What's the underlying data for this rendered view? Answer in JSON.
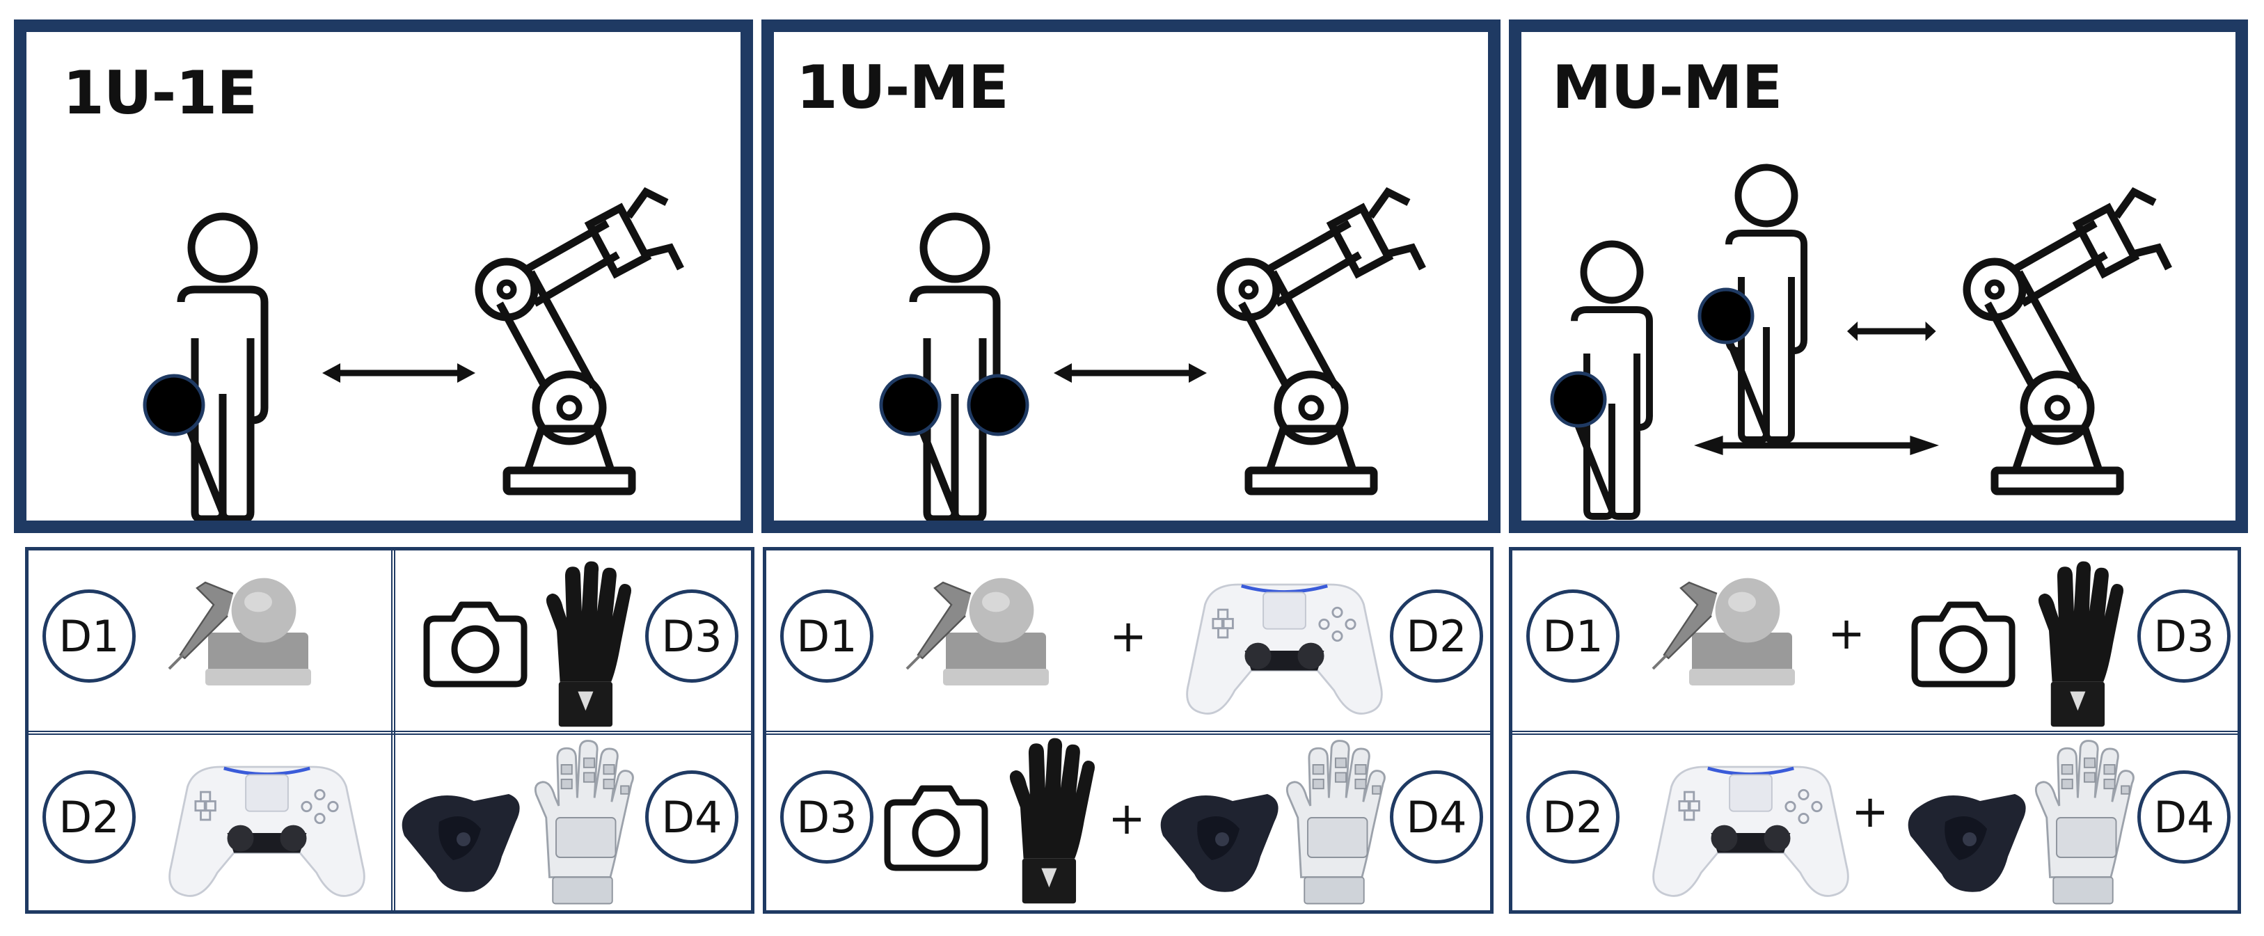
{
  "colors": {
    "frame": "#1f3a63",
    "ink": "#111111"
  },
  "panels": [
    {
      "title": "1U-1E",
      "devices": [
        {
          "badge": "D1",
          "icons": [
            "haptic-device"
          ]
        },
        {
          "badge": "D3",
          "icons": [
            "camera",
            "data-glove"
          ]
        },
        {
          "badge": "D2",
          "icons": [
            "game-controller"
          ]
        },
        {
          "badge": "D4",
          "icons": [
            "vr-tracker",
            "exoskeleton-glove"
          ]
        }
      ]
    },
    {
      "title": "1U-ME",
      "combos": [
        {
          "left_badge": "D1",
          "right_badge": "D2",
          "plus": "+"
        },
        {
          "left_badge": "D3",
          "right_badge": "D4",
          "plus": "+"
        }
      ]
    },
    {
      "title": "MU-ME",
      "combos": [
        {
          "left_badge": "D1",
          "right_badge": "D3",
          "plus": "+"
        },
        {
          "left_badge": "D2",
          "right_badge": "D4",
          "plus": "+"
        }
      ]
    }
  ]
}
